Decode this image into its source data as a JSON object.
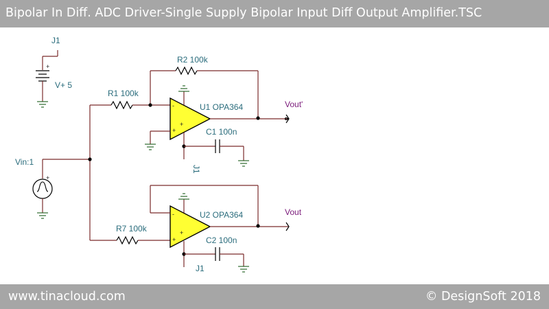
{
  "header": {
    "title": "Bipolar In Diff. ADC Driver-Single Supply Bipolar Input Diff Output Amplifier.TSC"
  },
  "footer": {
    "website": "www.tinacloud.com",
    "copyright": "© DesignSoft 2018"
  },
  "schematic": {
    "supply": {
      "jumper": "J1",
      "label": "V+ 5"
    },
    "source": {
      "label": "Vin:1"
    },
    "resistors": {
      "r1": "R1 100k",
      "r2": "R2 100k",
      "r7": "R7 100k"
    },
    "opamps": {
      "u1": "U1 OPA364",
      "u2": "U2 OPA364"
    },
    "capacitors": {
      "c1": "C1 100n",
      "c2": "C2 100n"
    },
    "jumpers": {
      "u1_supply": "J1",
      "u2_supply": "J1"
    },
    "outputs": {
      "vout_prime": "Vout'",
      "vout": "Vout"
    },
    "signs": {
      "plus": "+",
      "minus": "-"
    }
  },
  "colors": {
    "banner": "#a6a6a6",
    "wire": "#7a2a2a",
    "ground": "#2e6b2e",
    "opamp_fill": "#ffff33",
    "label": "#2a6c7c",
    "output_label": "#7a1a7a"
  }
}
